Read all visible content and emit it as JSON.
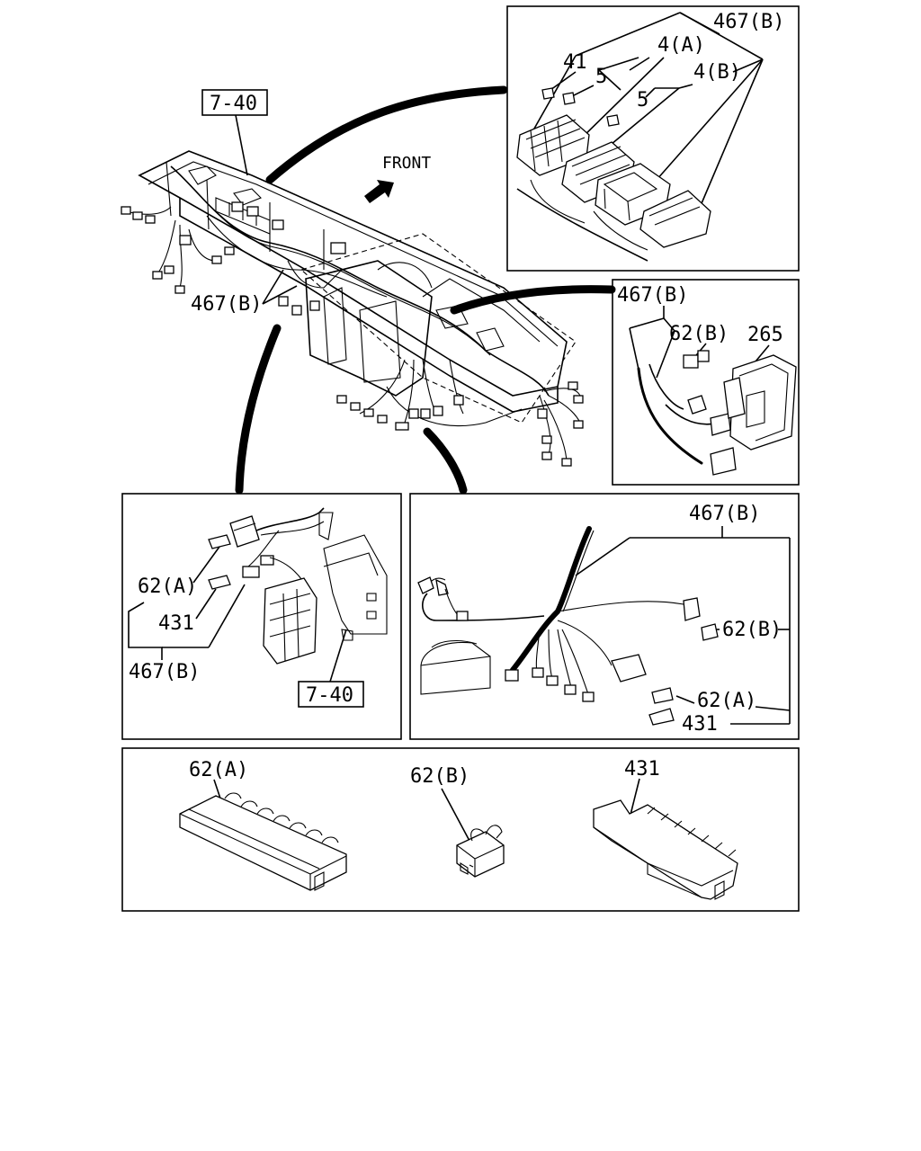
{
  "labels": {
    "ref_7_40_main": "7-40",
    "front": "FRONT",
    "main_467b": "467(B)",
    "inset_tr_467b": "467(B)",
    "inset_tr_4a": "4(A)",
    "inset_tr_41": "41",
    "inset_tr_5a": "5",
    "inset_tr_4b": "4(B)",
    "inset_tr_5b": "5",
    "inset_mr_467b": "467(B)",
    "inset_mr_62b": "62(B)",
    "inset_mr_265": "265",
    "inset_ml_62a": "62(A)",
    "inset_ml_431": "431",
    "inset_ml_467b": "467(B)",
    "inset_ml_7_40": "7-40",
    "inset_mc_467b": "467(B)",
    "inset_mc_62b": "62(B)",
    "inset_mc_62a": "62(A)",
    "inset_mc_431": "431",
    "bottom_62a": "62(A)",
    "bottom_62b": "62(B)",
    "bottom_431": "431"
  }
}
